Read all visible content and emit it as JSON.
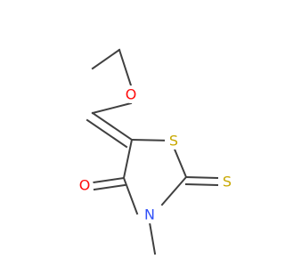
{
  "molecule": {
    "atoms": {
      "ether_oxygen": "O",
      "ring_sulfur": "S",
      "carbonyl_oxygen": "O",
      "ring_nitrogen": "N",
      "thione_sulfur": "S"
    },
    "colors": {
      "bond": "#404040",
      "oxygen": "#ff0d0d",
      "sulfur": "#c8a800",
      "nitrogen": "#3050f8",
      "background": "#ffffff"
    }
  }
}
